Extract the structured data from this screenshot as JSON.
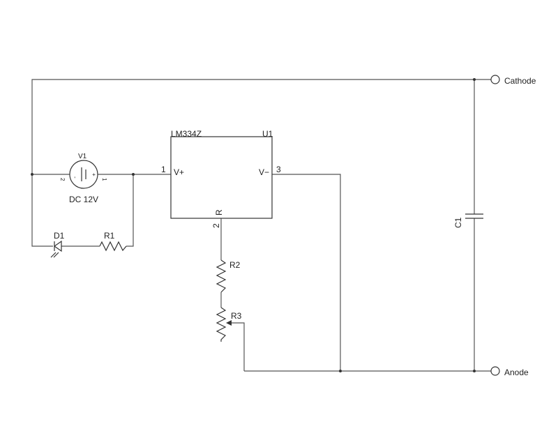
{
  "terminals": {
    "cathode": "Cathode",
    "anode": "Anode"
  },
  "ic": {
    "part": "LM334Z",
    "ref": "U1",
    "pin_vplus_label": "V+",
    "pin_vminus_label": "V−",
    "pin_r_label": "R",
    "pin_vplus_num": "1",
    "pin_vminus_num": "3",
    "pin_r_num": "2"
  },
  "source": {
    "ref": "V1",
    "value": "DC 12V",
    "pin_left_num": "2",
    "pin_right_num": "1",
    "minus_sign": "-",
    "plus_sign": "+"
  },
  "components": {
    "d1": "D1",
    "r1": "R1",
    "r2": "R2",
    "r3": "R3",
    "c1": "C1"
  },
  "colors": {
    "wire": "#555555",
    "symbol": "#333333",
    "background": "#ffffff"
  }
}
